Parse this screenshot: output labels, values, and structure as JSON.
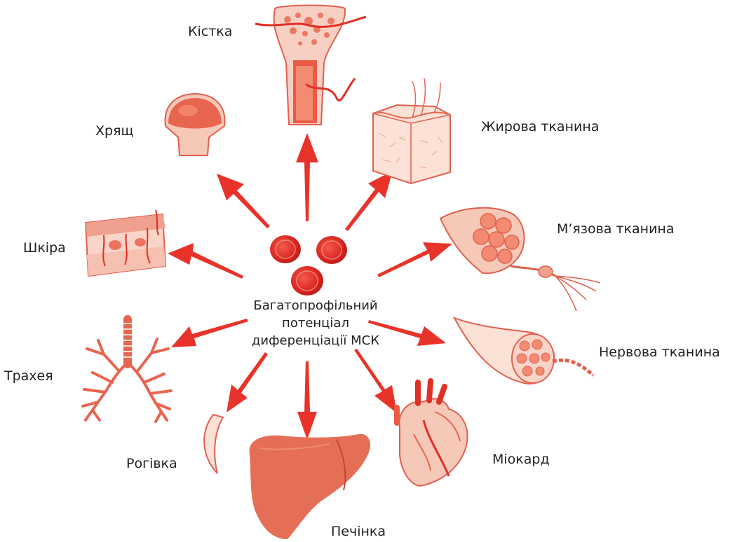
{
  "center": {
    "lines": [
      "Багатопрофільний",
      "потенціал",
      "диференціації МСК"
    ]
  },
  "tissues": {
    "bone": "Кістка",
    "cartilage": "Хрящ",
    "adipose": "Жирова тканина",
    "skin": "Шкіра",
    "muscle": "М’язова тканина",
    "nerve": "Нервова тканина",
    "trachea": "Трахея",
    "cornea": "Рогівка",
    "liver": "Печінка",
    "myocardium": "Міокард"
  },
  "colors": {
    "accent": "#e8332a",
    "organ_fill": "#f6c8b8",
    "organ_stroke": "#e0604f",
    "cell_fill": "#dd2a22",
    "liver_fill": "#e56e57"
  }
}
